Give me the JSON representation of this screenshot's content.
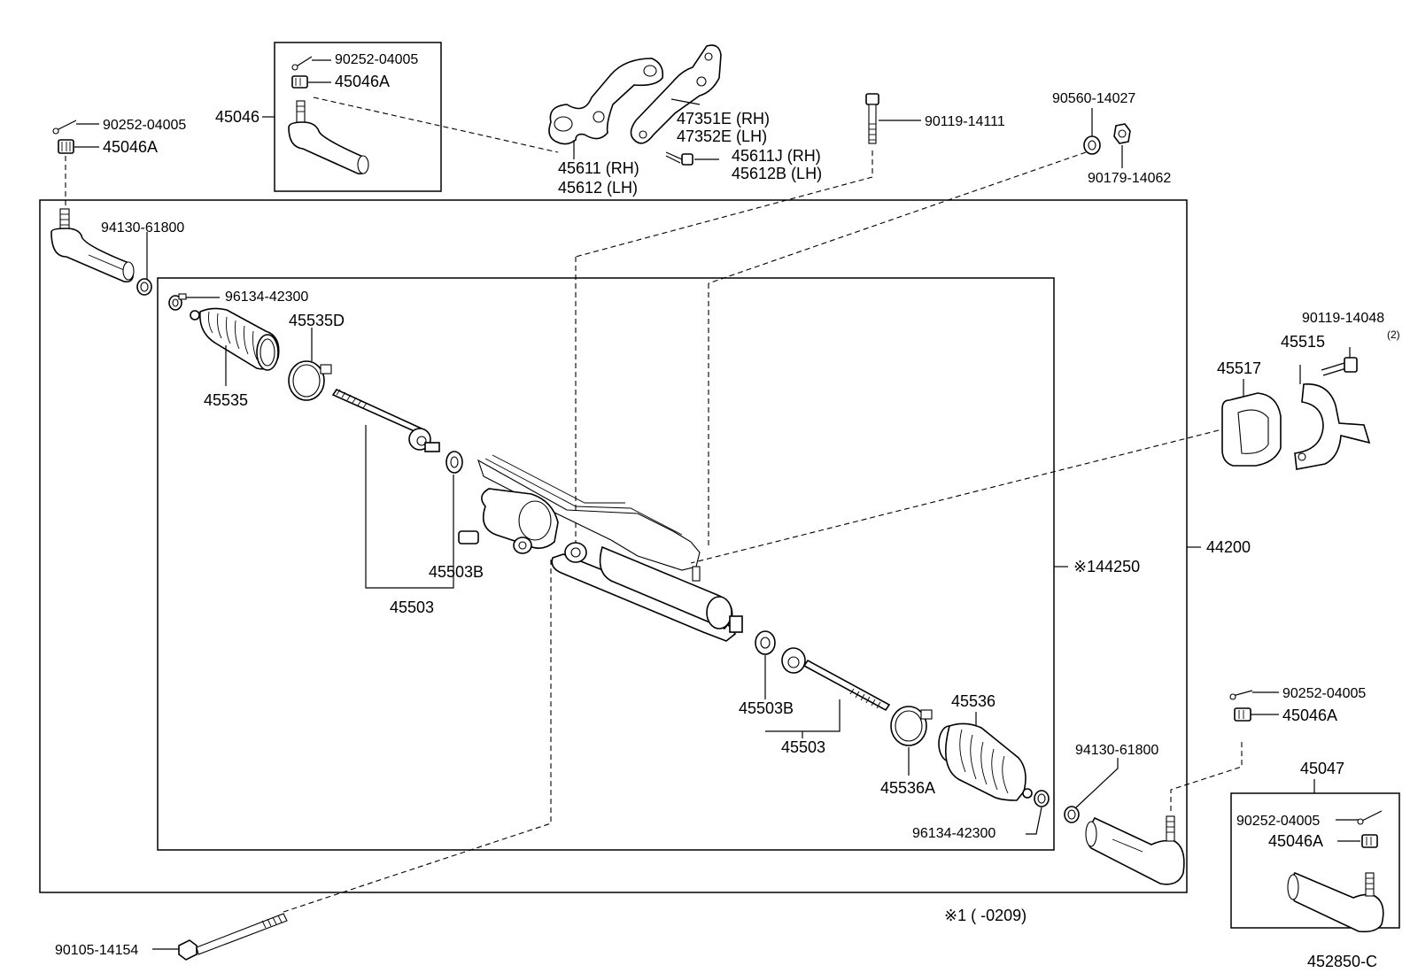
{
  "labels": {
    "p90252_a": "90252-04005",
    "p45046A_a": "45046A",
    "p45046": "45046",
    "p90252_b": "90252-04005",
    "p45046A_b": "45046A",
    "p45611": "45611 (RH)",
    "p45612": "45612 (LH)",
    "p47351E": "47351E (RH)",
    "p47352E": "47352E (LH)",
    "p45611J": "45611J (RH)",
    "p45612B": "45612B (LH)",
    "p90119_14111": "90119-14111",
    "p90560": "90560-14027",
    "p90179": "90179-14062",
    "p94130_a": "94130-61800",
    "p96134_a": "96134-42300",
    "p45535D": "45535D",
    "p45535": "45535",
    "p45503B_a": "45503B",
    "p45503_a": "45503",
    "p90119_14048": "90119-14048",
    "p90119_14048_qty": "(2)",
    "p45515": "45515",
    "p45517": "45517",
    "p144250": "※144250",
    "p44200": "44200",
    "p45503B_b": "45503B",
    "p45503_b": "45503",
    "p45536": "45536",
    "p45536A": "45536A",
    "p96134_b": "96134-42300",
    "p94130_b": "94130-61800",
    "p90252_c": "90252-04005",
    "p45046A_c": "45046A",
    "p45047": "45047",
    "p90252_d": "90252-04005",
    "p45046A_d": "45046A",
    "p90105": "90105-14154",
    "footnote": "※1 (      -0209)",
    "figure_code": "452850-C"
  }
}
